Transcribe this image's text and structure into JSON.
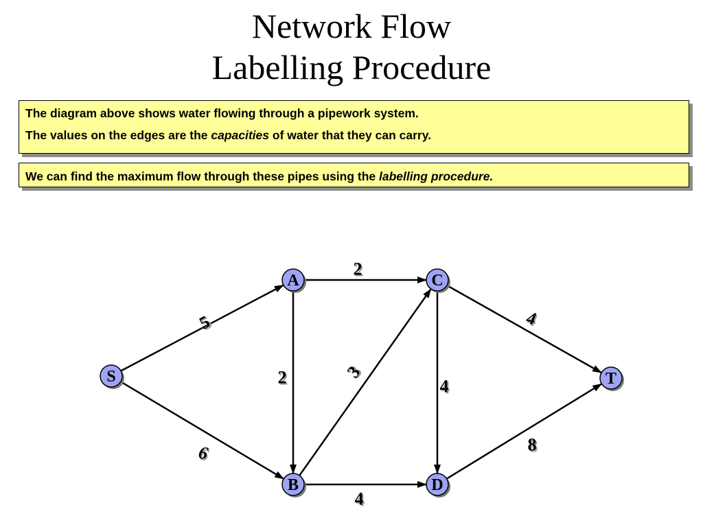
{
  "title": {
    "line1": "Network Flow",
    "line2": "Labelling Procedure"
  },
  "info_box": {
    "line1": "The diagram above shows water flowing through a pipework system.",
    "line2_before": "The values on the edges are the ",
    "line2_emph": "capacities",
    "line2_after": " of water that they can carry."
  },
  "method_box": {
    "before": "We can find the maximum flow through these pipes using the ",
    "emph": "labelling procedure."
  },
  "colors": {
    "node_fill": "#9ea3f2",
    "box_fill": "#ffff99",
    "shadow": "#8c8c8c"
  },
  "network": {
    "nodes": [
      {
        "id": "S",
        "label": "S"
      },
      {
        "id": "A",
        "label": "A"
      },
      {
        "id": "B",
        "label": "B"
      },
      {
        "id": "C",
        "label": "C"
      },
      {
        "id": "D",
        "label": "D"
      },
      {
        "id": "T",
        "label": "T"
      }
    ],
    "edges": [
      {
        "from": "S",
        "to": "A",
        "capacity": "5",
        "italic": false
      },
      {
        "from": "S",
        "to": "B",
        "capacity": "6",
        "italic": true
      },
      {
        "from": "A",
        "to": "C",
        "capacity": "2",
        "italic": false
      },
      {
        "from": "A",
        "to": "B",
        "capacity": "2",
        "italic": false
      },
      {
        "from": "B",
        "to": "C",
        "capacity": "3",
        "italic": false
      },
      {
        "from": "B",
        "to": "D",
        "capacity": "4",
        "italic": false
      },
      {
        "from": "C",
        "to": "D",
        "capacity": "4",
        "italic": false
      },
      {
        "from": "C",
        "to": "T",
        "capacity": "4",
        "italic": true
      },
      {
        "from": "D",
        "to": "T",
        "capacity": "8",
        "italic": false
      }
    ]
  }
}
